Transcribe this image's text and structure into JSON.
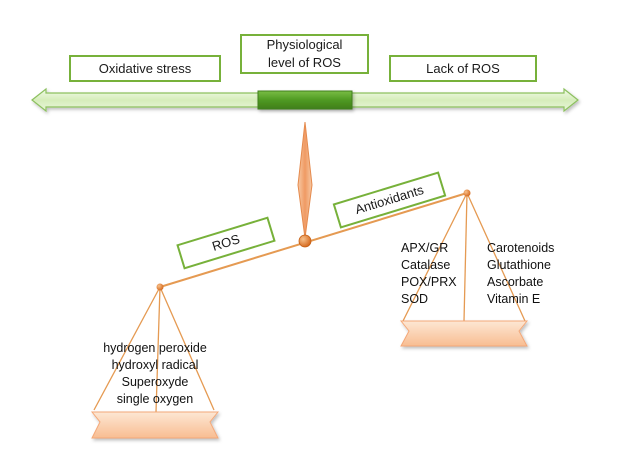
{
  "scale": {
    "left_label": "Oxidative stress",
    "center_label": "Physiological level of ROS",
    "right_label": "Lack of ROS"
  },
  "beam": {
    "left_label": "ROS",
    "right_label": "Antioxidants"
  },
  "left_pan": {
    "items": [
      "hydrogen peroxide",
      "hydroxyl radical",
      "Superoxyde",
      "single oxygen"
    ]
  },
  "right_pan": {
    "col1": [
      "APX/GR",
      "Catalase",
      "POX/PRX",
      "SOD"
    ],
    "col2": [
      "Carotenoids",
      "Glutathione",
      "Ascorbate",
      "Vitamin E"
    ]
  },
  "colors": {
    "arrow_fill": "#dff1c8",
    "arrow_stroke": "#8cc05e",
    "center_bar": "#5a9e2a",
    "box_border": "#77b13a",
    "pointer_fill": "#f3b58c",
    "pivot": "#e07b22",
    "pan_fill": "#fbd0ae",
    "beam": "#e59a52"
  }
}
